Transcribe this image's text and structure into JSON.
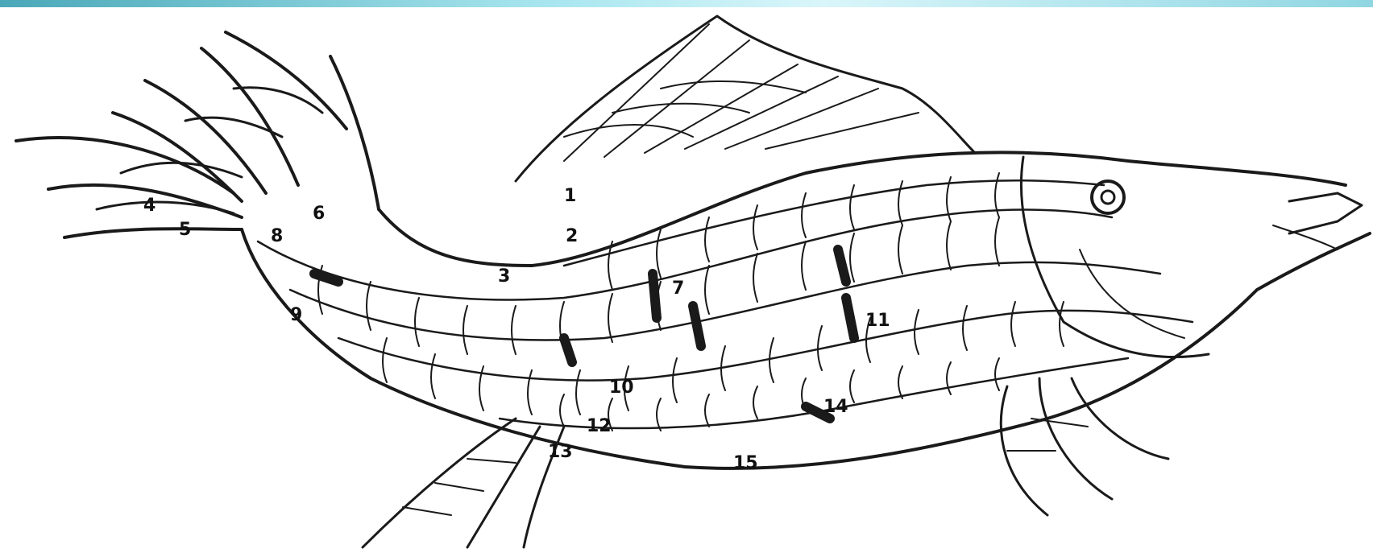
{
  "labels": {
    "l1": "1",
    "l2": "2",
    "l3": "3",
    "l4": "4",
    "l5": "5",
    "l6": "6",
    "l7": "7",
    "l8": "8",
    "l9": "9",
    "l10": "10",
    "l11": "11",
    "l12": "12",
    "l13": "13",
    "l14": "14",
    "l15": "15"
  },
  "colors": {
    "ink": "#1a1a1a",
    "band": "#a8e6ef"
  }
}
